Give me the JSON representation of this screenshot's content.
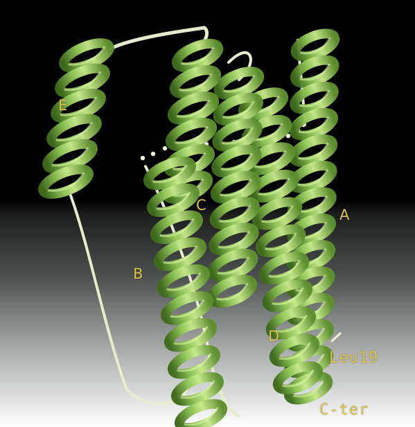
{
  "labels": {
    "helix_a": "A",
    "helix_b": "B",
    "helix_c": "C",
    "helix_d": "D",
    "helix_e": "E",
    "residue": "Leu19",
    "terminus": "C-ter"
  },
  "colors": {
    "background_top": "#000000",
    "background_bottom": "#ffffff",
    "helix_light": "#c6e98a",
    "helix_mid": "#8fc455",
    "helix_dark": "#3f6a1c",
    "loop": "#e8eccf",
    "label": "#d8c24a",
    "dots": "#f2f0dc"
  }
}
